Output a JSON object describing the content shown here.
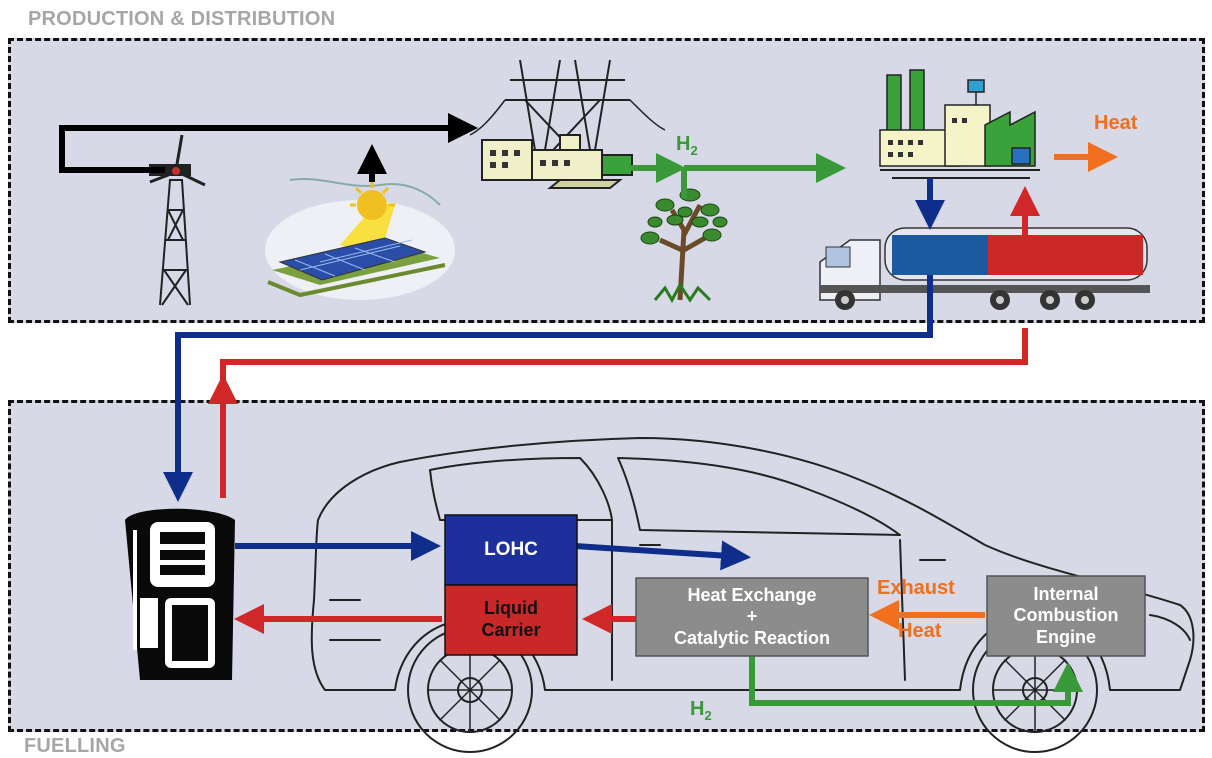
{
  "sections": {
    "production": "PRODUCTION & DISTRIBUTION",
    "fuelling": "FUELLING"
  },
  "labels": {
    "heat_top": "Heat",
    "h2_top": "H",
    "h2_top_sub": "2",
    "h2_bottom": "H",
    "h2_bottom_sub": "2",
    "exhaust": "Exhaust",
    "heat_car": "Heat"
  },
  "boxes": {
    "lohc": "LOHC",
    "liquid_carrier": "Liquid\nCarrier",
    "heat_exchange": "Heat Exchange\n+\nCatalytic Reaction",
    "engine": "Internal\nCombustion\nEngine"
  },
  "colors": {
    "panel_bg": "#d7d9e7",
    "blue": "#0f2e8c",
    "red": "#d02828",
    "green": "#3a9a3a",
    "orange": "#f07020",
    "gray_box": "#8c8c8c",
    "lohc_blue": "#1c2f9a",
    "carrier_red": "#c82828"
  },
  "icons": [
    "wind-turbine-icon",
    "solar-panel-icon",
    "power-grid-icon",
    "tree-icon",
    "factory-icon",
    "tanker-truck-icon",
    "fuel-pump-icon",
    "car-outline-icon"
  ]
}
